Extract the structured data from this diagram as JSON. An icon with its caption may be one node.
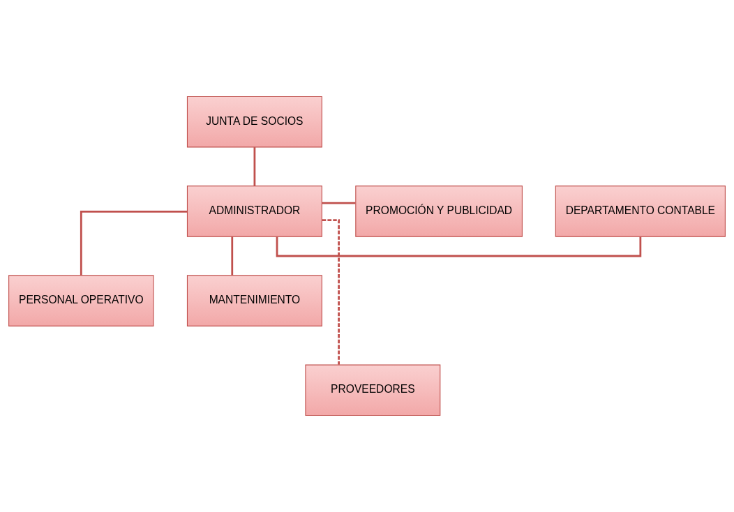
{
  "diagram": {
    "nodes": [
      {
        "text": [
          "JUNTA DE SOCIOS"
        ]
      },
      {
        "text": [
          "ADMINISTRADOR"
        ]
      },
      {
        "text": [
          "DEPARTAMENTO CONTABLE"
        ]
      },
      {
        "text": [
          "PROMOCIÓN Y PUBLICIDAD"
        ]
      },
      {
        "text": [
          "PERSONAL OPERATIVO"
        ]
      },
      {
        "text": [
          "MANTENIMIENTO"
        ]
      },
      {
        "text": [
          "PROVEEDORES"
        ]
      }
    ],
    "edges": [
      {
        "from": 0,
        "to": 1,
        "arrow": "none"
      },
      {
        "from": 1,
        "to": 2,
        "arrow": "none"
      },
      {
        "from": 1,
        "to": 3,
        "arrow": "none"
      },
      {
        "from": 1,
        "to": 4,
        "arrow": "none"
      },
      {
        "from": 1,
        "to": 5,
        "arrow": "none"
      },
      {
        "from": 1,
        "to": 6,
        "arrow": "none",
        "style": "dashed"
      }
    ]
  }
}
